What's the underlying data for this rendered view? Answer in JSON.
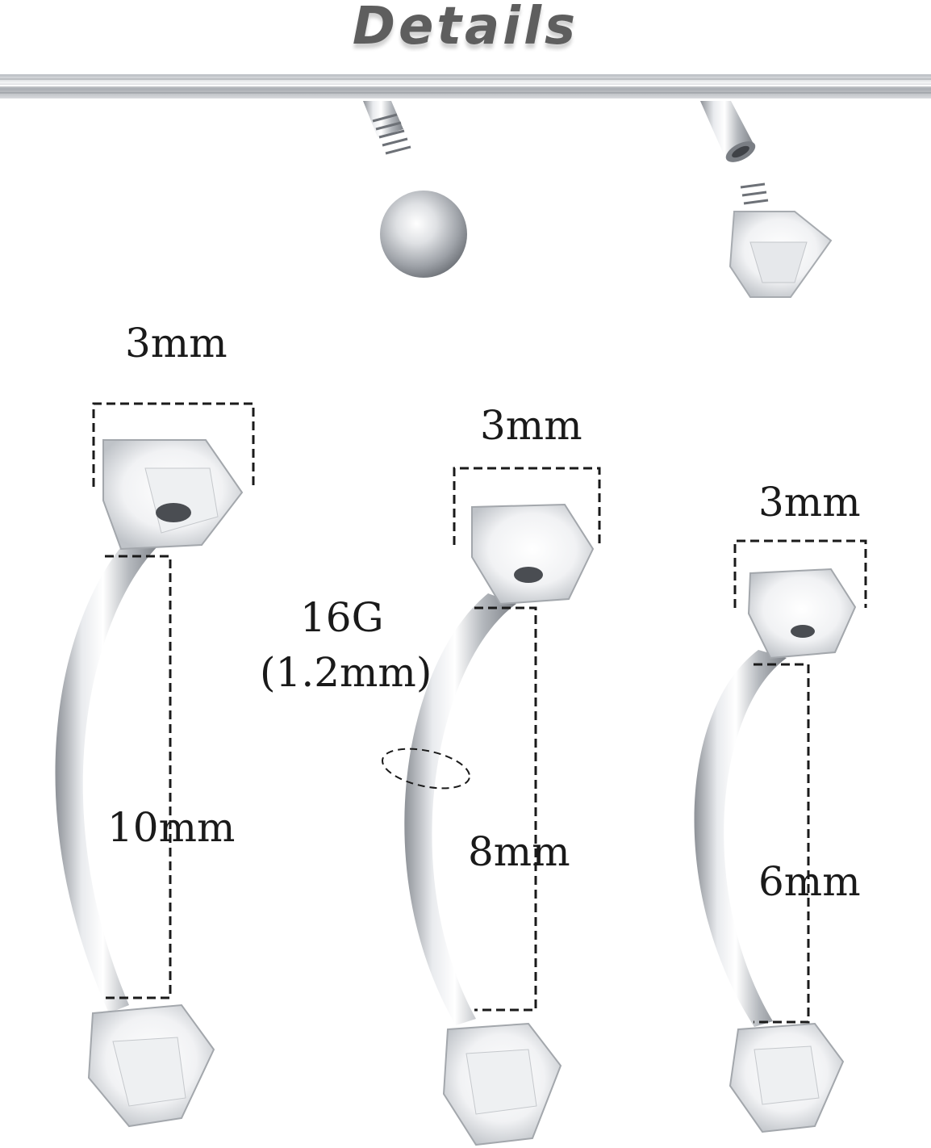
{
  "title": "Details",
  "dimensions": {
    "left_ball": "3mm",
    "left_length": "10mm",
    "middle_ball": "3mm",
    "gauge": "16G",
    "gauge_mm": "(1.2mm)",
    "middle_length": "8mm",
    "right_ball": "3mm",
    "right_length": "6mm"
  },
  "colors": {
    "title": "#5e5e5e",
    "metal": "#c9cdd2",
    "dash": "#1a1a1a"
  }
}
